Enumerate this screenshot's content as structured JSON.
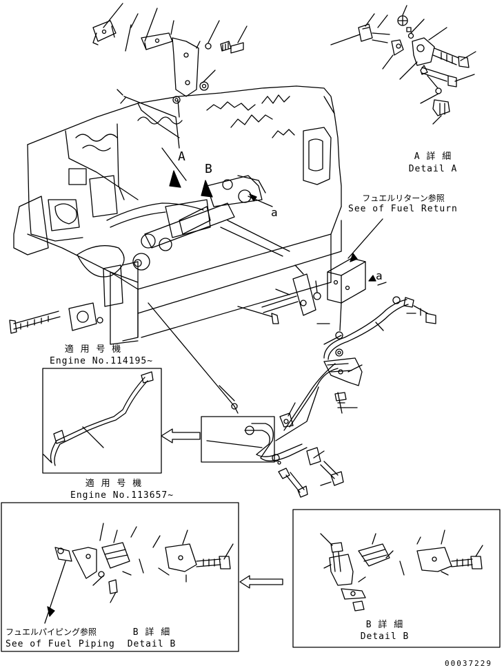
{
  "labels": {
    "detail_a": {
      "jp": "A 詳 細",
      "en": "Detail A"
    },
    "fuel_return": {
      "jp": "フュエルリターン参照",
      "en": "See of Fuel Return"
    },
    "view_a": "A",
    "view_b": "B",
    "arrow_a": "a",
    "arrow_a_lower": "a",
    "engine_114195": {
      "jp": "適 用 号 機",
      "en": "Engine No.114195~"
    },
    "engine_113657": {
      "jp": "適 用 号 機",
      "en": "Engine No.113657~"
    },
    "fuel_piping": {
      "jp": "フュエルパイピング参照",
      "en": "See of Fuel Piping"
    },
    "detail_b_left": {
      "jp": "B 詳 細",
      "en": "Detail B"
    },
    "detail_b_right": {
      "jp": "B 詳 細",
      "en": "Detail B"
    },
    "drawing_number": "00037229"
  }
}
